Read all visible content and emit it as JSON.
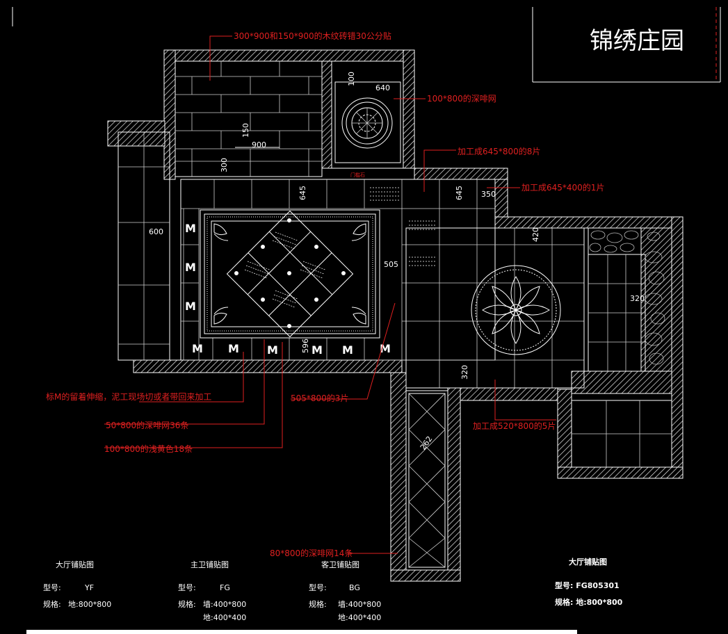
{
  "title": "锦绣庄园",
  "annotations": {
    "wood_tile": "300*900和150*900的木纹砖错30公分贴",
    "brown_net_100": "100*800的深啡网",
    "cut_645_800": "加工成645*800的8片",
    "cut_645_400": "加工成645*400的1片",
    "mark_m": "标M的留着伸缩，泥工现场切或者带回来加工",
    "tile_505": "505*800的3片",
    "brown_net_50": "50*800的深啡网36条",
    "beige_100": "100*800的浅黄色18条",
    "cut_520": "加工成520*800的5片",
    "brown_net_80": "80*800的深啡网14条",
    "small_tag": "门槛石"
  },
  "dimensions": {
    "d900": "900",
    "d150": "150",
    "d300": "300",
    "d640": "640",
    "d100": "100",
    "d600": "600",
    "d645a": "645",
    "d645b": "645",
    "d350": "350",
    "d420": "420",
    "d505": "505",
    "d596": "596",
    "d320": "320",
    "d360": "320",
    "d262": "262"
  },
  "m_mark": "M",
  "legends": [
    {
      "heading": "大厅铺贴图",
      "model_label": "型号:",
      "model": "YF",
      "spec_label": "规格:",
      "spec_1": "地:800*800",
      "spec_2": ""
    },
    {
      "heading": "主卫铺贴图",
      "model_label": "型号:",
      "model": "FG",
      "spec_label": "规格:",
      "spec_1": "墙:400*800",
      "spec_2": "地:400*400"
    },
    {
      "heading": "客卫铺贴图",
      "model_label": "型号:",
      "model": "BG",
      "spec_label": "规格:",
      "spec_1": "墙:400*800",
      "spec_2": "地:400*400"
    }
  ],
  "legend_right": {
    "heading": "大厅铺贴图",
    "model": "型号: FG805301",
    "spec": "规格: 地:800*800"
  },
  "colors": {
    "background": "#000000",
    "lines": "#ffffff",
    "annotation": "#e02020"
  }
}
